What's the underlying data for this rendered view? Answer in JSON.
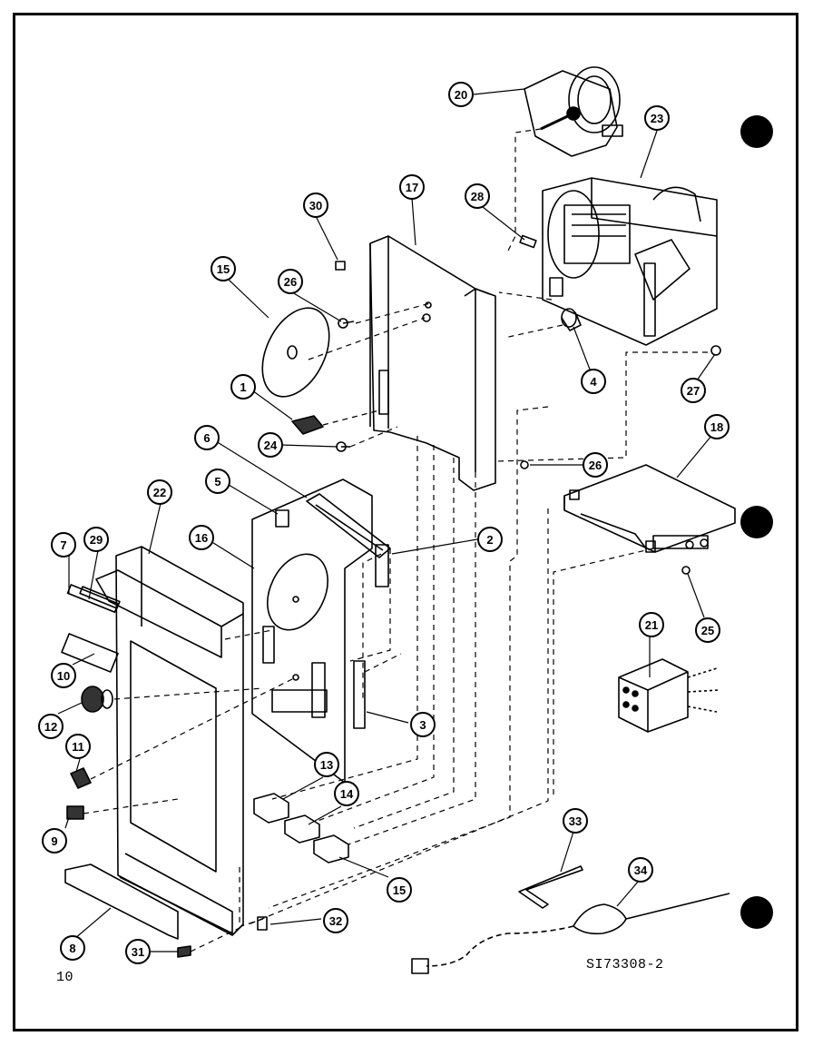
{
  "page_number": "10",
  "drawing_id": "SI73308-2",
  "callouts": [
    {
      "id": "c20",
      "label": "20"
    },
    {
      "id": "c23",
      "label": "23"
    },
    {
      "id": "c30",
      "label": "30"
    },
    {
      "id": "c17",
      "label": "17"
    },
    {
      "id": "c28",
      "label": "28"
    },
    {
      "id": "c15a",
      "label": "15"
    },
    {
      "id": "c26a",
      "label": "26"
    },
    {
      "id": "c1",
      "label": "1"
    },
    {
      "id": "c4",
      "label": "4"
    },
    {
      "id": "c27",
      "label": "27"
    },
    {
      "id": "c24",
      "label": "24"
    },
    {
      "id": "c6",
      "label": "6"
    },
    {
      "id": "c18",
      "label": "18"
    },
    {
      "id": "c26b",
      "label": "26"
    },
    {
      "id": "c5",
      "label": "5"
    },
    {
      "id": "c22",
      "label": "22"
    },
    {
      "id": "c16",
      "label": "16"
    },
    {
      "id": "c2",
      "label": "2"
    },
    {
      "id": "c7",
      "label": "7"
    },
    {
      "id": "c29",
      "label": "29"
    },
    {
      "id": "c25",
      "label": "25"
    },
    {
      "id": "c21",
      "label": "21"
    },
    {
      "id": "c10",
      "label": "10"
    },
    {
      "id": "c12",
      "label": "12"
    },
    {
      "id": "c3",
      "label": "3"
    },
    {
      "id": "c11",
      "label": "11"
    },
    {
      "id": "c13",
      "label": "13"
    },
    {
      "id": "c14",
      "label": "14"
    },
    {
      "id": "c9",
      "label": "9"
    },
    {
      "id": "c33",
      "label": "33"
    },
    {
      "id": "c34",
      "label": "34"
    },
    {
      "id": "c15b",
      "label": "15"
    },
    {
      "id": "c8",
      "label": "8"
    },
    {
      "id": "c32",
      "label": "32"
    },
    {
      "id": "c31",
      "label": "31"
    }
  ]
}
